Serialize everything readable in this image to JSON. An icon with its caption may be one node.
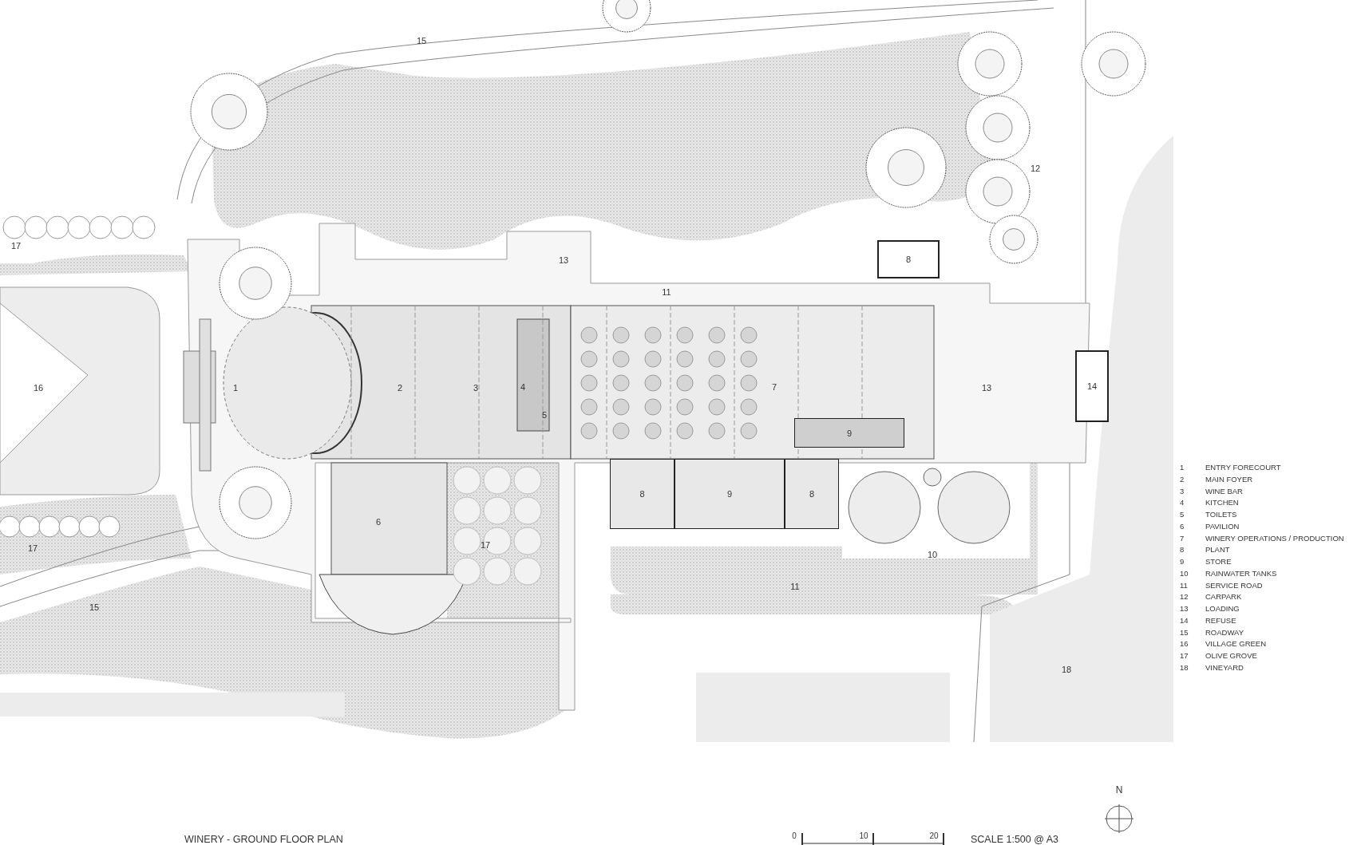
{
  "diagram": {
    "title": "WINERY - GROUND FLOOR PLAN",
    "nodes": [
      {
        "text": [
          "8"
        ]
      },
      {
        "text": [
          "14"
        ]
      },
      {
        "text": [
          "9"
        ]
      },
      {
        "text": [
          "8"
        ]
      },
      {
        "text": [
          "9"
        ]
      },
      {
        "text": [
          "8"
        ]
      }
    ],
    "labels": [
      "15",
      "12",
      "17",
      "13",
      "11",
      "16",
      "1",
      "2",
      "3",
      "4",
      "7",
      "13",
      "5",
      "6",
      "17",
      "10",
      "17",
      "15",
      "11",
      "18",
      "1",
      "ENTRY FORECOURT",
      "2",
      "MAIN FOYER",
      "3",
      "WINE BAR",
      "4",
      "KITCHEN",
      "5",
      "TOILETS",
      "6",
      "PAVILION",
      "7",
      "WINERY OPERATIONS / PRODUCTION",
      "8",
      "PLANT",
      "9",
      "STORE",
      "10",
      "RAINWATER TANKS",
      "11",
      "SERVICE ROAD",
      "12",
      "CARPARK",
      "13",
      "LOADING",
      "14",
      "REFUSE",
      "15",
      "ROADWAY",
      "16",
      "VILLAGE GREEN",
      "17",
      "OLIVE GROVE",
      "18",
      "VINEYARD",
      "0",
      "10",
      "20",
      "SCALE 1:500 @ A3",
      "N"
    ]
  }
}
